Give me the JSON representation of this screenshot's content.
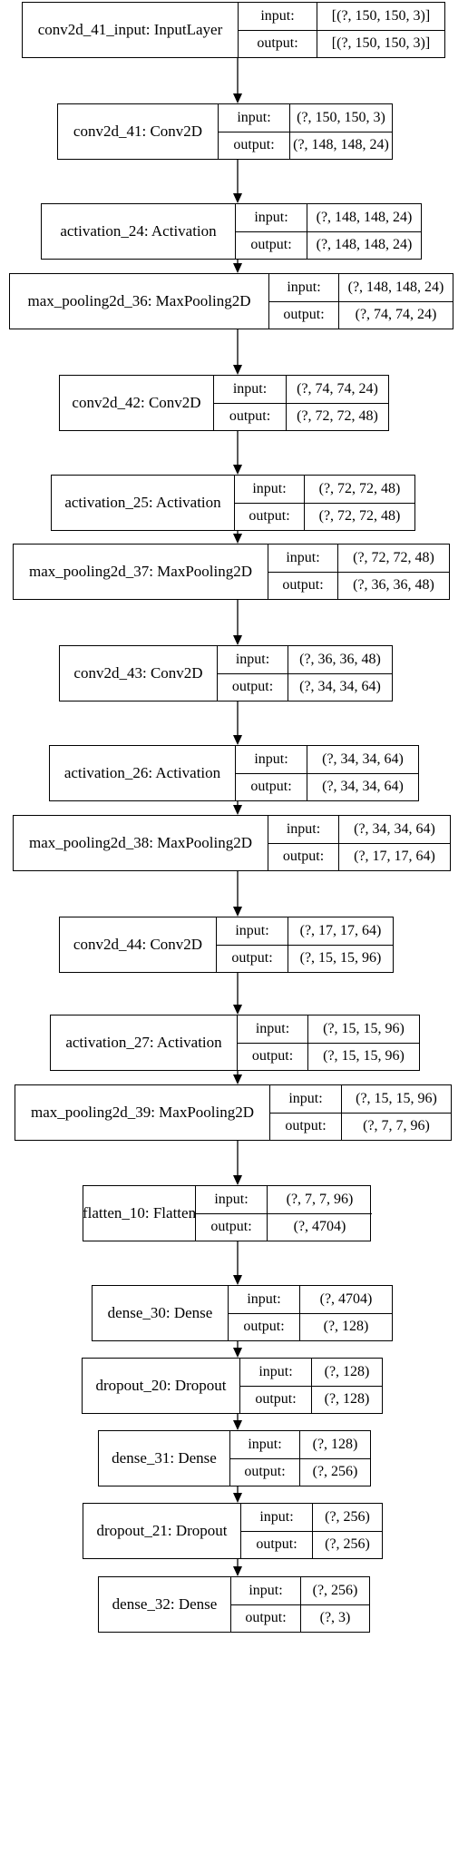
{
  "layers": [
    {
      "name": "conv2d_41_input: InputLayer",
      "input_label": "input:",
      "input_value": "[(?, 150, 150, 3)]",
      "output_label": "output:",
      "output_value": "[(?, 150, 150, 3)]"
    },
    {
      "name": "conv2d_41: Conv2D",
      "input_label": "input:",
      "input_value": "(?, 150, 150, 3)",
      "output_label": "output:",
      "output_value": "(?, 148, 148, 24)"
    },
    {
      "name": "activation_24: Activation",
      "input_label": "input:",
      "input_value": "(?, 148, 148, 24)",
      "output_label": "output:",
      "output_value": "(?, 148, 148, 24)"
    },
    {
      "name": "max_pooling2d_36: MaxPooling2D",
      "input_label": "input:",
      "input_value": "(?, 148, 148, 24)",
      "output_label": "output:",
      "output_value": "(?, 74, 74, 24)"
    },
    {
      "name": "conv2d_42: Conv2D",
      "input_label": "input:",
      "input_value": "(?, 74, 74, 24)",
      "output_label": "output:",
      "output_value": "(?, 72, 72, 48)"
    },
    {
      "name": "activation_25: Activation",
      "input_label": "input:",
      "input_value": "(?, 72, 72, 48)",
      "output_label": "output:",
      "output_value": "(?, 72, 72, 48)"
    },
    {
      "name": "max_pooling2d_37: MaxPooling2D",
      "input_label": "input:",
      "input_value": "(?, 72, 72, 48)",
      "output_label": "output:",
      "output_value": "(?, 36, 36, 48)"
    },
    {
      "name": "conv2d_43: Conv2D",
      "input_label": "input:",
      "input_value": "(?, 36, 36, 48)",
      "output_label": "output:",
      "output_value": "(?, 34, 34, 64)"
    },
    {
      "name": "activation_26: Activation",
      "input_label": "input:",
      "input_value": "(?, 34, 34, 64)",
      "output_label": "output:",
      "output_value": "(?, 34, 34, 64)"
    },
    {
      "name": "max_pooling2d_38: MaxPooling2D",
      "input_label": "input:",
      "input_value": "(?, 34, 34, 64)",
      "output_label": "output:",
      "output_value": "(?, 17, 17, 64)"
    },
    {
      "name": "conv2d_44: Conv2D",
      "input_label": "input:",
      "input_value": "(?, 17, 17, 64)",
      "output_label": "output:",
      "output_value": "(?, 15, 15, 96)"
    },
    {
      "name": "activation_27: Activation",
      "input_label": "input:",
      "input_value": "(?, 15, 15, 96)",
      "output_label": "output:",
      "output_value": "(?, 15, 15, 96)"
    },
    {
      "name": "max_pooling2d_39: MaxPooling2D",
      "input_label": "input:",
      "input_value": "(?, 15, 15, 96)",
      "output_label": "output:",
      "output_value": "(?, 7, 7, 96)"
    },
    {
      "name": "flatten_10: Flatten",
      "input_label": "input:",
      "input_value": "(?, 7, 7, 96)",
      "output_label": "output:",
      "output_value": "(?, 4704)"
    },
    {
      "name": "dense_30: Dense",
      "input_label": "input:",
      "input_value": "(?, 4704)",
      "output_label": "output:",
      "output_value": "(?, 128)"
    },
    {
      "name": "dropout_20: Dropout",
      "input_label": "input:",
      "input_value": "(?, 128)",
      "output_label": "output:",
      "output_value": "(?, 128)"
    },
    {
      "name": "dense_31: Dense",
      "input_label": "input:",
      "input_value": "(?, 128)",
      "output_label": "output:",
      "output_value": "(?, 256)"
    },
    {
      "name": "dropout_21: Dropout",
      "input_label": "input:",
      "input_value": "(?, 256)",
      "output_label": "output:",
      "output_value": "(?, 256)"
    },
    {
      "name": "dense_32: Dense",
      "input_label": "input:",
      "input_value": "(?, 256)",
      "output_label": "output:",
      "output_value": "(?, 3)"
    }
  ]
}
